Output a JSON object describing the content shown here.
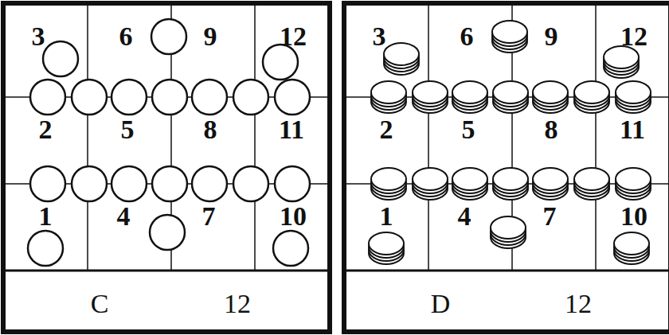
{
  "diagram": {
    "labels": [
      "3",
      "6",
      "9",
      "12",
      "2",
      "5",
      "8",
      "11",
      "1",
      "4",
      "7",
      "10",
      "C",
      "12",
      "3",
      "6",
      "9",
      "12",
      "2",
      "5",
      "8",
      "11",
      "1",
      "4",
      "7",
      "10",
      "D",
      "12"
    ]
  }
}
